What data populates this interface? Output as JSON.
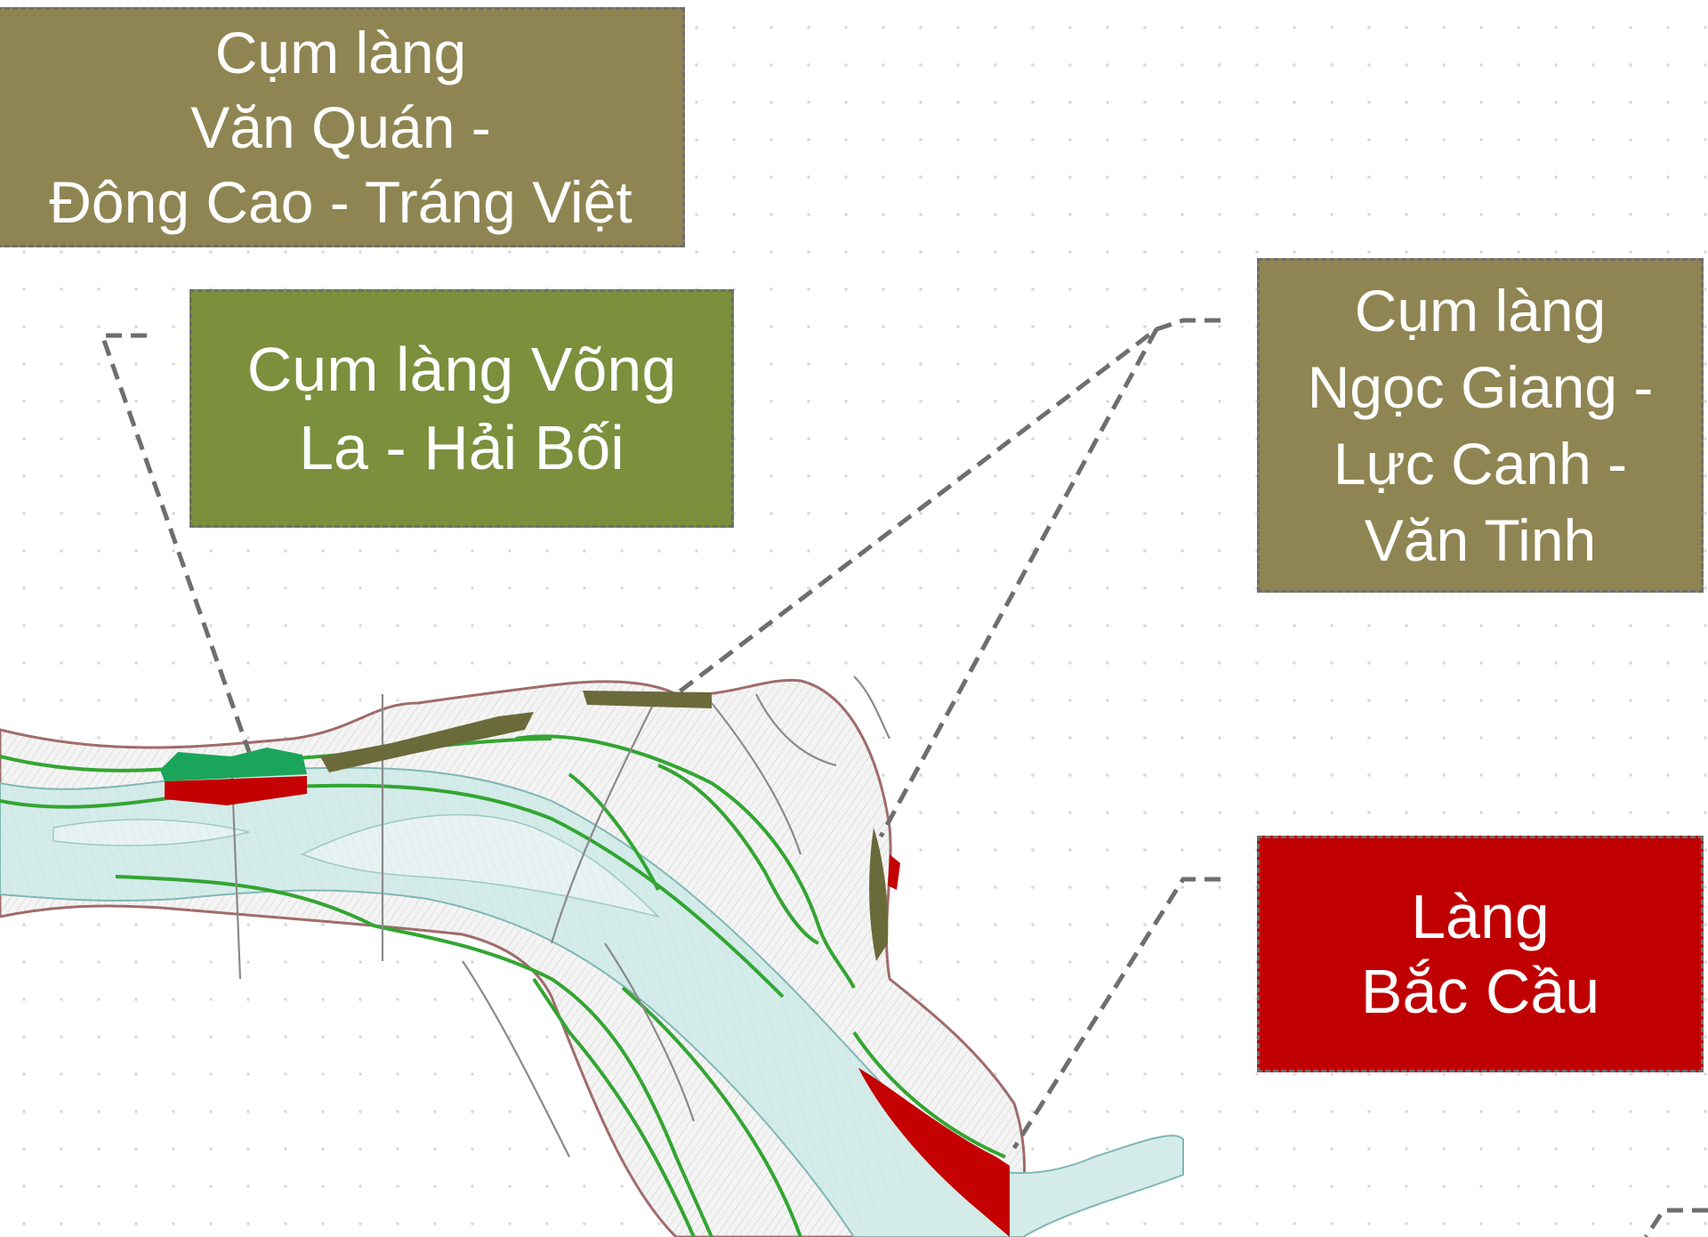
{
  "map": {
    "colors": {
      "background": "#ffffff",
      "grid_dot": "#d9d9d9",
      "river": "#d3ecea",
      "zone_outline": "#33a532",
      "boundary": "#a06a6a",
      "urban_lines": "#8a8a8a",
      "village_red": "#c40000",
      "village_olive": "#6b6a3a",
      "village_green": "#1aa55a",
      "leader_line": "#6e6e6e"
    },
    "labels": [
      {
        "id": "van-quan",
        "lines": [
          "Cụm làng",
          "Văn Quán -",
          "Đông Cao - Tráng Việt"
        ],
        "fill": "#8f8552"
      },
      {
        "id": "vong-la",
        "lines": [
          "Cụm làng Võng",
          "La - Hải Bối"
        ],
        "fill": "#7b8f3c"
      },
      {
        "id": "ngoc-giang",
        "lines": [
          "Cụm làng",
          "Ngọc Giang -",
          "Lực Canh -",
          "Văn Tinh"
        ],
        "fill": "#8f8552"
      },
      {
        "id": "bac-cau",
        "lines": [
          "Làng",
          "Bắc Cầu"
        ],
        "fill": "#c00000"
      }
    ]
  }
}
